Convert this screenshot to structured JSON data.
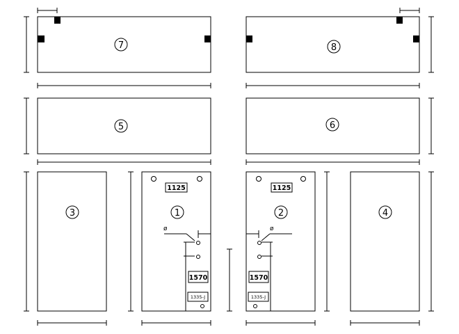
{
  "panels": {
    "p1": {
      "number": "1",
      "code": "1125",
      "size_code": "1570",
      "ref": "1335-J",
      "symbol": "ø"
    },
    "p2": {
      "number": "2",
      "code": "1125",
      "size_code": "1570",
      "ref": "1335-J",
      "symbol": "ø"
    },
    "p3": {
      "number": "3"
    },
    "p4": {
      "number": "4"
    },
    "p5": {
      "number": "5"
    },
    "p6": {
      "number": "6"
    },
    "p7": {
      "number": "7"
    },
    "p8": {
      "number": "8"
    }
  }
}
